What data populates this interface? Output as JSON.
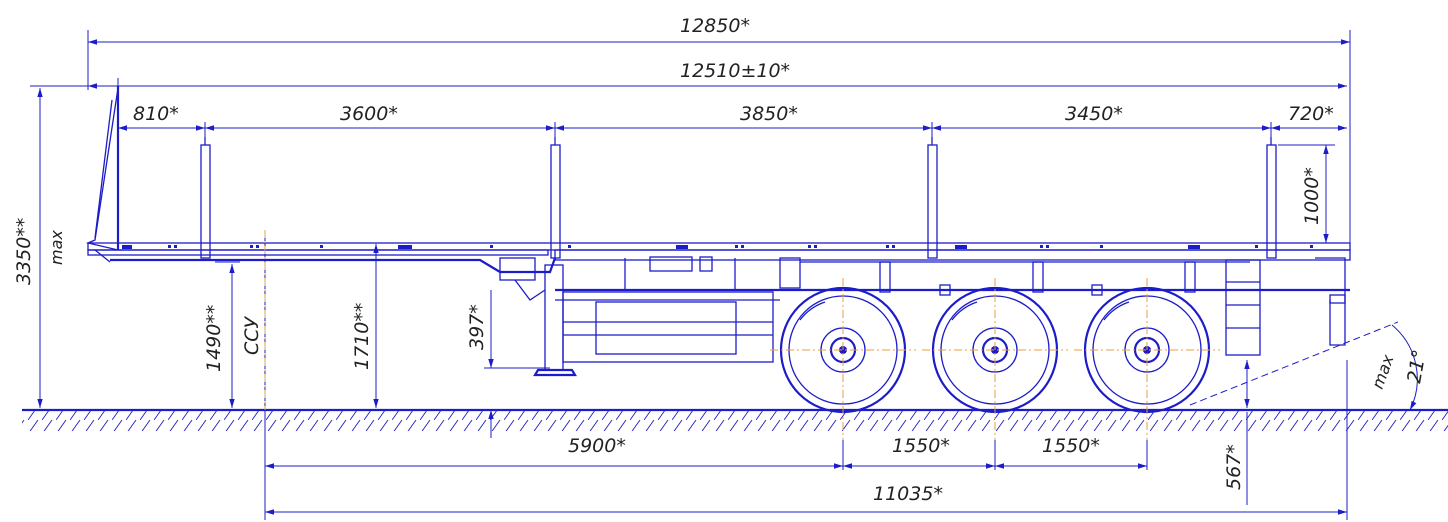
{
  "drawing": {
    "ink_color": "#1c1cc8",
    "centerline_color": "#e8a040",
    "dimensions": {
      "overall_length": "12850*",
      "body_length": "12510±10*",
      "front_overhang": "810*",
      "stake_span_1": "3600*",
      "stake_span_2": "3850*",
      "stake_span_3": "3450*",
      "rear_overhang": "720*",
      "stake_height": "1000*",
      "total_height": "3350**",
      "total_height_note": "max",
      "coupling_height": "1490**",
      "coupling_label": "ССУ",
      "deck_height": "1710**",
      "ground_clearance": "397*",
      "kingpin_to_axle": "5900*",
      "axle_spacing_1": "1550*",
      "axle_spacing_2": "1550*",
      "kingpin_to_rear": "11035*",
      "rear_clearance": "567*",
      "departure_angle": "21°",
      "departure_angle_note": "max"
    }
  }
}
